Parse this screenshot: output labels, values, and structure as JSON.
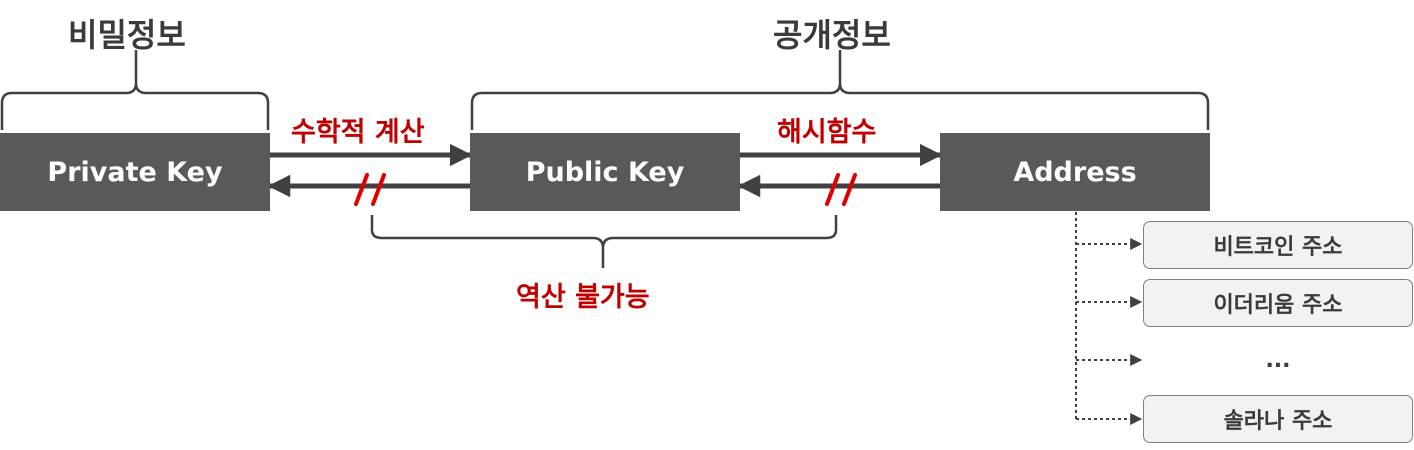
{
  "headings": {
    "secret": "비밀정보",
    "public": "공개정보"
  },
  "keys": {
    "private": "Private Key",
    "public": "Public Key",
    "address": "Address"
  },
  "arrows": {
    "math": "수학적 계산",
    "hash": "해시함수",
    "irreversible": "역산 불가능"
  },
  "addresses": {
    "bitcoin": "비트코인 주소",
    "ethereum": "이더리움 주소",
    "more": "...",
    "solana": "솔라나 주소"
  },
  "colors": {
    "box": "#595959",
    "accent": "#c00000",
    "line": "#404040"
  }
}
